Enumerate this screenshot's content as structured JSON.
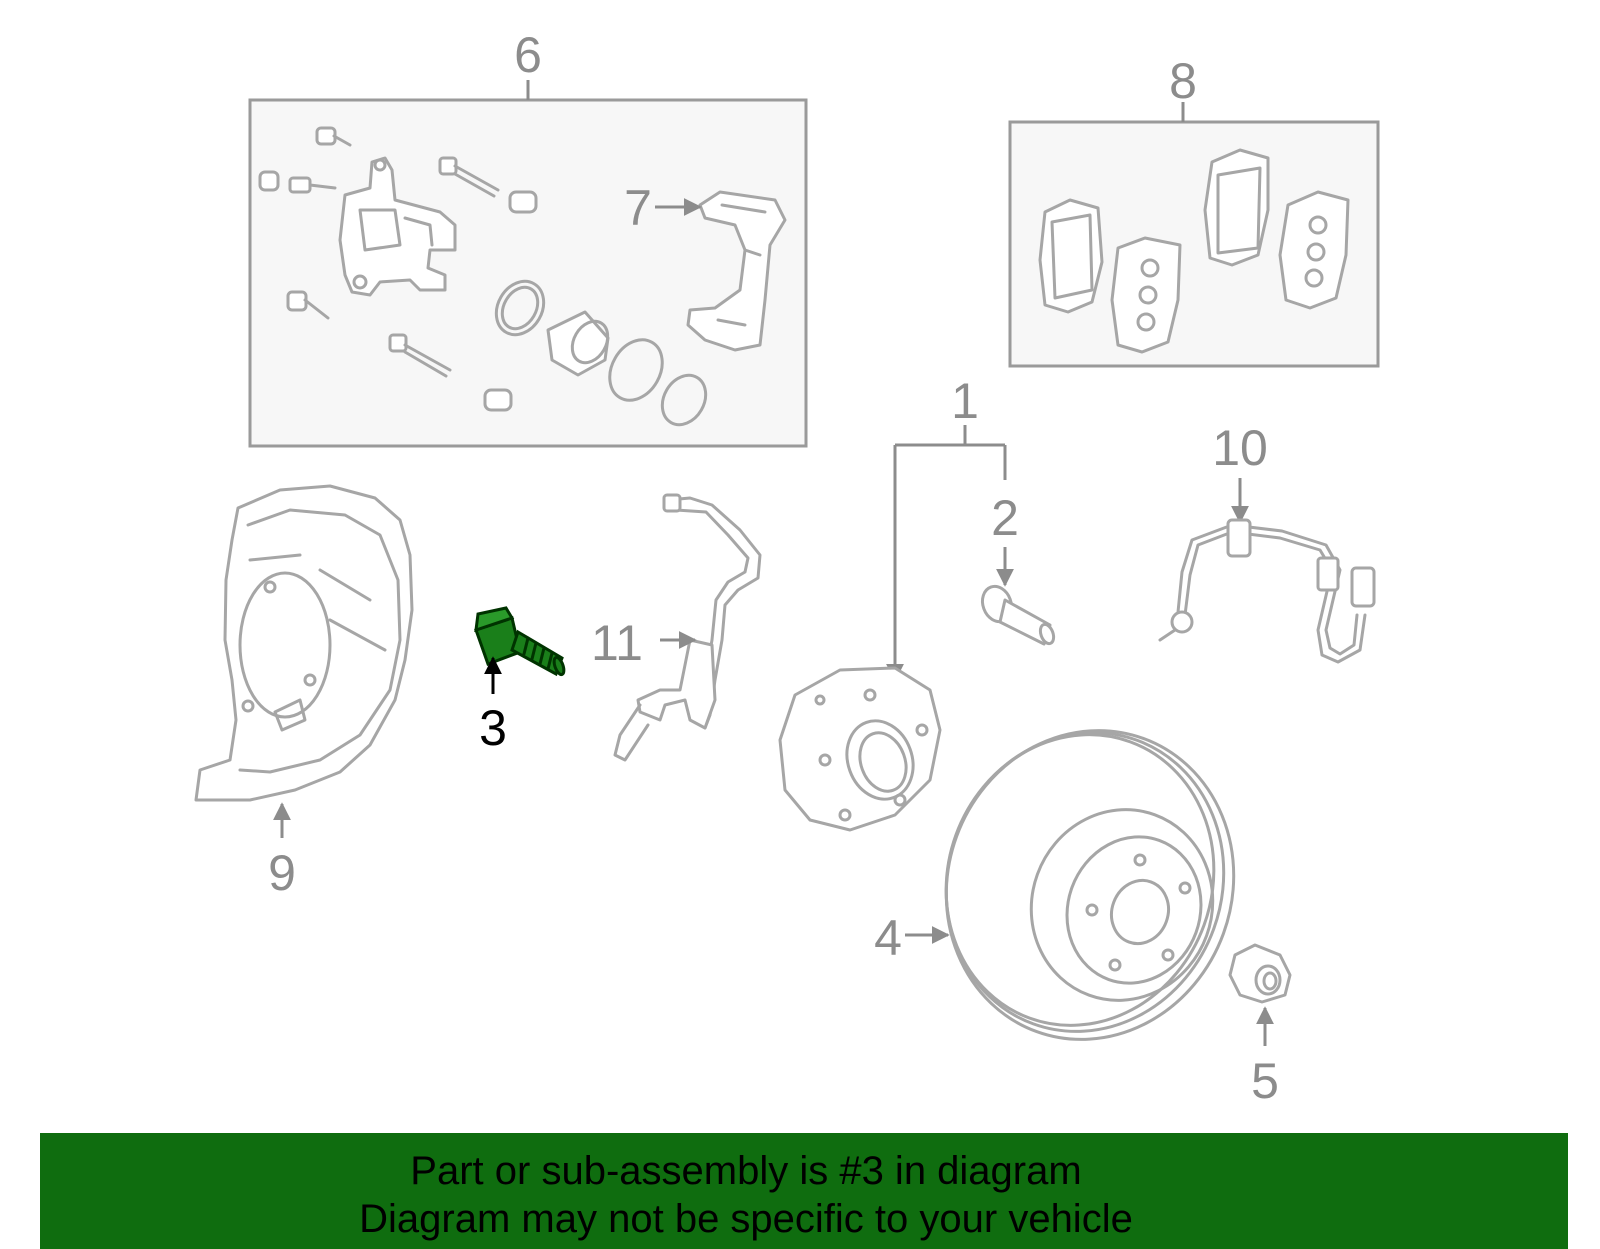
{
  "callouts": {
    "c1": "1",
    "c2": "2",
    "c3": "3",
    "c4": "4",
    "c5": "5",
    "c6": "6",
    "c7": "7",
    "c8": "8",
    "c9": "9",
    "c10": "10",
    "c11": "11"
  },
  "highlight": {
    "part_number": "3",
    "color": "#0f6d0f"
  },
  "banner": {
    "line1": "Part or sub-assembly is #3 in diagram",
    "line2": "Diagram may not be specific to your vehicle",
    "background": "#0f6d0f"
  }
}
